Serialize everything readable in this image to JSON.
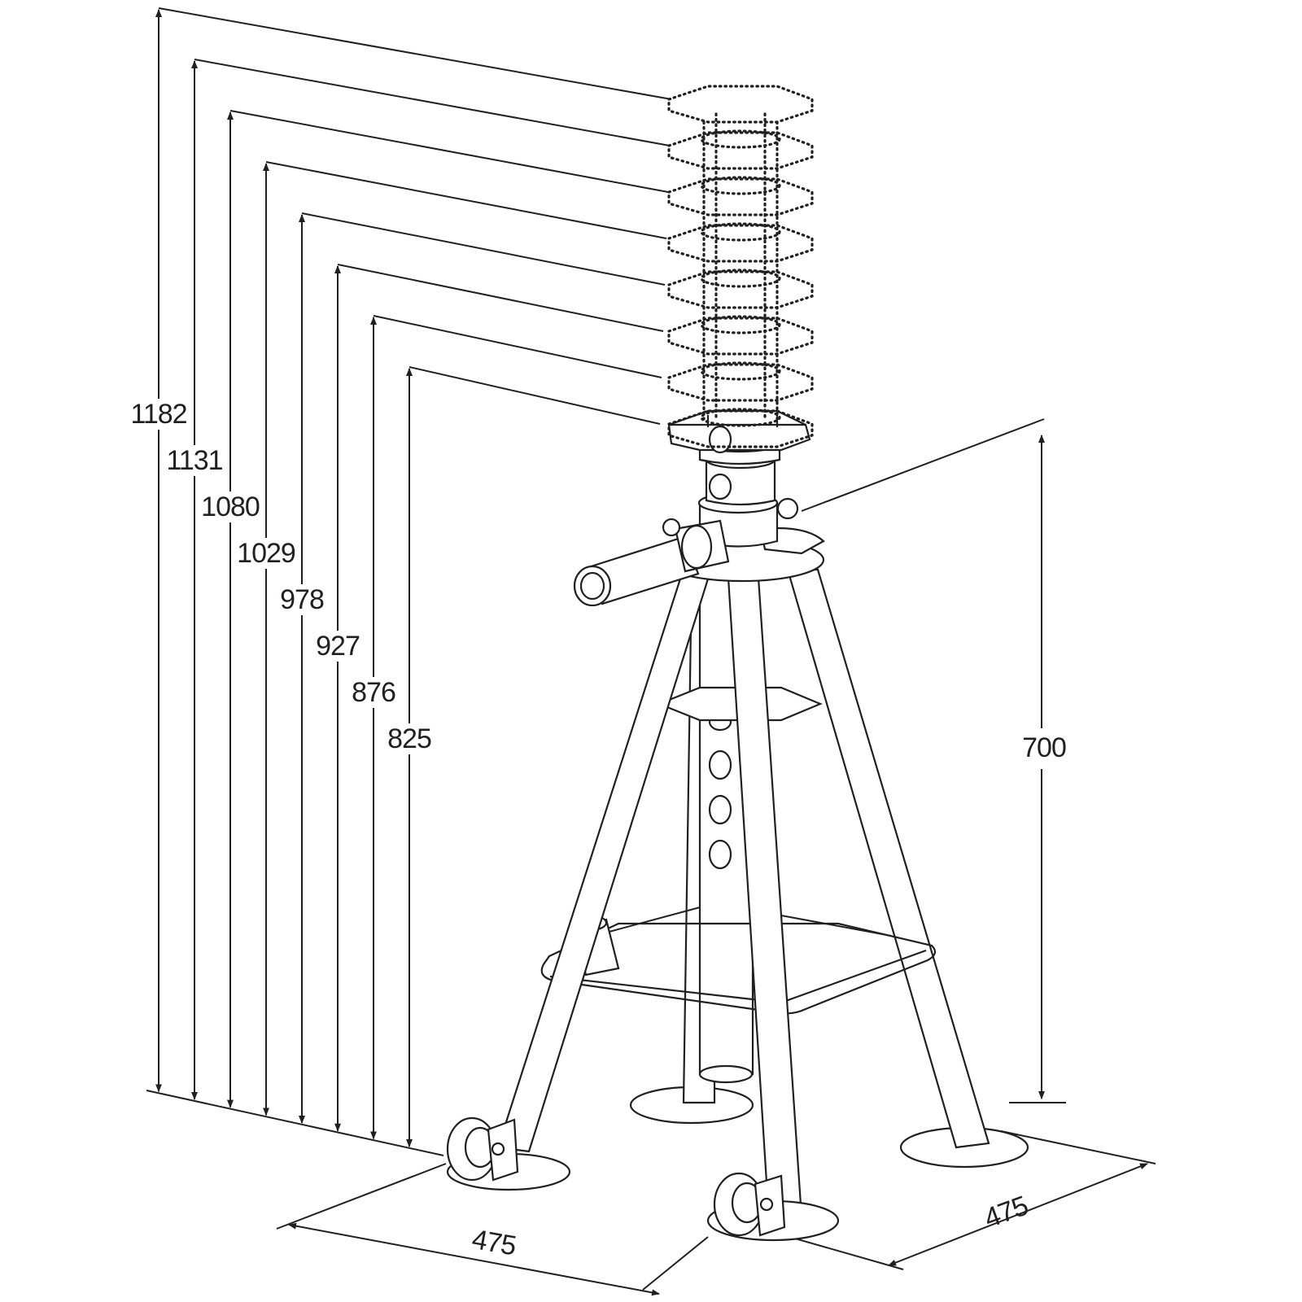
{
  "diagram": {
    "subject": "axle stand with adjustable height positions",
    "height_dimensions": [
      {
        "label": "1182"
      },
      {
        "label": "1131"
      },
      {
        "label": "1080"
      },
      {
        "label": "1029"
      },
      {
        "label": "978"
      },
      {
        "label": "927"
      },
      {
        "label": "876"
      },
      {
        "label": "825"
      }
    ],
    "base_height": {
      "label": "700"
    },
    "footprint": {
      "front": {
        "label": "475"
      },
      "side": {
        "label": "475"
      }
    },
    "line_color": "#231f20",
    "background_color": "#ffffff"
  }
}
